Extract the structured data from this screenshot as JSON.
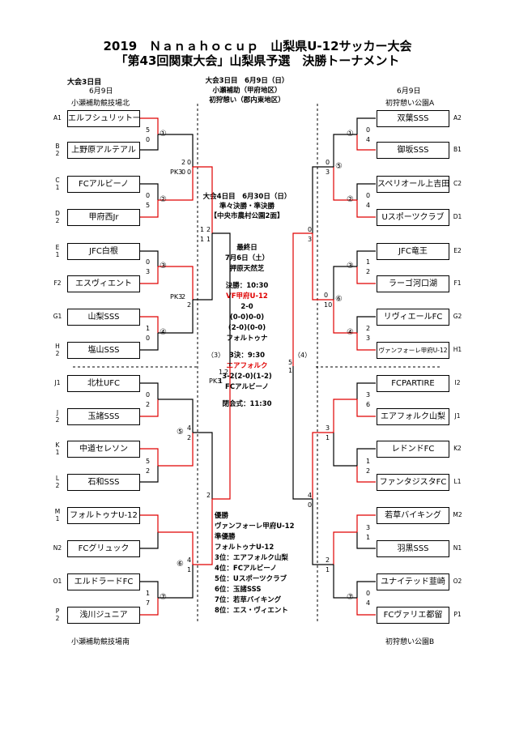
{
  "header": {
    "title1": "2019　Ｎａｎａｈｏｃｕｐ　山梨県U-12サッカー大会",
    "title2": "「第43回関東大会」山梨県予選　決勝トーナメント"
  },
  "left_info": {
    "day": "大会3日目",
    "date": "6月9日",
    "venue": "小瀬補助競技場北",
    "venue_bottom": "小瀬補助競技場南"
  },
  "right_info": {
    "date": "6月9日",
    "venue": "初狩憩い公園A",
    "venue_bottom": "初狩憩い公園B"
  },
  "center_top": {
    "line1": "大会3日目　6月9日（日）",
    "line2": "小瀬補助（甲府地区）",
    "line3": "初狩憩い（郡内東地区）"
  },
  "center_mid": {
    "line1": "大会4日目　6月30日（日）",
    "line2": "準々決勝・準決勝",
    "line3": "【中央市農村公園2面】"
  },
  "center_final": {
    "day": "最終日",
    "date": "7月6日（土）",
    "venue": "押原天然芝",
    "final_time": "決勝：10:30",
    "winner": "VF甲府U-12",
    "score1": "2-0",
    "score2": "(0-0)0-0)",
    "score3": "(2-0)(0-0)",
    "loser": "フォルトゥナ",
    "third_time": "3決：9:30",
    "third_winner": "エアフォルク",
    "third_score": "3-2(2-0)(1-2)",
    "third_loser": "FCアルビーノ",
    "closing": "閉会式：11:30"
  },
  "results": {
    "champion_label": "優勝",
    "champion": "ヴァンフォーレ甲府U-12",
    "runner_label": "準優勝",
    "runner": "フォルトゥナU-12",
    "r3": "3位：エアフォルク山梨",
    "r4": "4位：FCアルビーノ",
    "r5": "5位：Uスポーツクラブ",
    "r6": "6位：玉諸SSS",
    "r7": "7位：若草バイキング",
    "r8": "8位：エス・ヴィエント"
  },
  "left_teams": [
    {
      "code": "A1",
      "name": "エルフシュリット一宮"
    },
    {
      "code": "B\n2",
      "name": "上野原アルテアル"
    },
    {
      "code": "C\n1",
      "name": "FCアルビーノ"
    },
    {
      "code": "D\n2",
      "name": "甲府西Jr"
    },
    {
      "code": "E\n1",
      "name": "JFC白根"
    },
    {
      "code": "F2",
      "name": "エスヴィエント"
    },
    {
      "code": "G1",
      "name": "山梨SSS"
    },
    {
      "code": "H\n2",
      "name": "塩山SSS"
    },
    {
      "code": "J1",
      "name": "北杜UFC"
    },
    {
      "code": "J\n2",
      "name": "玉諸SSS"
    },
    {
      "code": "K\n1",
      "name": "中道セレソン"
    },
    {
      "code": "L\n2",
      "name": "石和SSS"
    },
    {
      "code": "M\n1",
      "name": "フォルトゥナU-12"
    },
    {
      "code": "N2",
      "name": "FCグリュック"
    },
    {
      "code": "O1",
      "name": "エルドラードFC"
    },
    {
      "code": "P\n2",
      "name": "浅川ジュニア"
    }
  ],
  "right_teams": [
    {
      "code": "A2",
      "name": "双葉SSS"
    },
    {
      "code": "B1",
      "name": "御坂SSS"
    },
    {
      "code": "C2",
      "name": "スペリオール上吉田"
    },
    {
      "code": "D1",
      "name": "Uスポーツクラブ"
    },
    {
      "code": "E2",
      "name": "JFC竜王"
    },
    {
      "code": "F1",
      "name": "ラーゴ河口湖"
    },
    {
      "code": "G2",
      "name": "リヴィエールFC"
    },
    {
      "code": "H1",
      "name": "ヴァンフォーレ甲府U-12"
    },
    {
      "code": "I2",
      "name": "FCPARTIRE"
    },
    {
      "code": "J1",
      "name": "エアフォルク山梨"
    },
    {
      "code": "K2",
      "name": "レドンドFC"
    },
    {
      "code": "L1",
      "name": "ファンタジスタFC"
    },
    {
      "code": "M2",
      "name": "若草バイキング"
    },
    {
      "code": "N1",
      "name": "羽黒SSS"
    },
    {
      "code": "O2",
      "name": "ユナイテッド韮崎"
    },
    {
      "code": "P1",
      "name": "FCヴァリエ都留"
    }
  ],
  "match_labels": {
    "l1": "①",
    "l2": "②",
    "l3": "③",
    "l4": "④",
    "l5": "⑤",
    "l6": "⑥",
    "l7": "⑦",
    "r1": "①",
    "r2": "②",
    "r3": "③",
    "r4": "④",
    "r5": "⑤",
    "r6": "⑥",
    "r7": "⑦",
    "lsemi": "（3）",
    "rsemi": "（4）"
  },
  "scores": {
    "l1a": "5",
    "l1b": "0",
    "l2a": "0",
    "l2b": "5",
    "l3a": "0",
    "l3b": "3",
    "l4a": "1",
    "l4b": "0",
    "l5a": "0",
    "l5b": "2",
    "l6a": "5",
    "l6b": "2",
    "l7a": "1",
    "l7b": "7",
    "lq1a": "2",
    "lq1b": "0",
    "lq1pk": "PK3",
    "lq1c": "0",
    "lq1d": "0",
    "lq2pk": "PK3",
    "lq2a": "2",
    "lq2b": "2",
    "lq3a": "4",
    "lq3b": "2",
    "lq4a": "4",
    "lq4b": "1",
    "ls1a": "1",
    "ls1b": "1",
    "ls1c": "2",
    "ls1d": "1",
    "ls2pk": "PK3",
    "ls2a": "1",
    "ls2b": "2",
    "ls2c": "1",
    "ls2d": "2",
    "r1a": "0",
    "r1b": "4",
    "r2a": "0",
    "r2b": "4",
    "r3a": "1",
    "r3b": "2",
    "r4a": "2",
    "r4b": "3",
    "r5a": "3",
    "r5b": "6",
    "r6a": "1",
    "r6b": "2",
    "r7a": "3",
    "r7b": "1",
    "r8a": "0",
    "r8b": "4",
    "rq1a": "0",
    "rq1b": "3",
    "rq2a": "0",
    "rq2b": "10",
    "rq3a": "3",
    "rq3b": "1",
    "rq4a": "2",
    "rq4b": "1",
    "rs1a": "0",
    "rs1b": "3",
    "rs1c": "5",
    "rs1d": "1",
    "rs2a": "4",
    "rs2b": "0"
  }
}
